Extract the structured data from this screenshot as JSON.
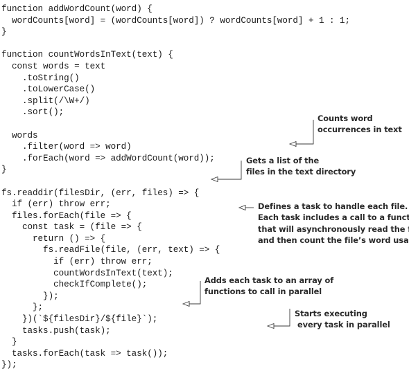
{
  "code_lines": [
    "function addWordCount(word) {",
    "  wordCounts[word] = (wordCounts[word]) ? wordCounts[word] + 1 : 1;",
    "}",
    "",
    "function countWordsInText(text) {",
    "  const words = text",
    "    .toString()",
    "    .toLowerCase()",
    "    .split(/\\W+/)",
    "    .sort();",
    "",
    "  words",
    "    .filter(word => word)",
    "    .forEach(word => addWordCount(word));",
    "}",
    "",
    "fs.readdir(filesDir, (err, files) => {",
    "  if (err) throw err;",
    "  files.forEach(file => {",
    "    const task = (file => {",
    "      return () => {",
    "        fs.readFile(file, (err, text) => {",
    "          if (err) throw err;",
    "          countWordsInText(text);",
    "          checkIfComplete();",
    "        });",
    "      };",
    "    })(`${filesDir}/${file}`);",
    "    tasks.push(task);",
    "  }",
    "  tasks.forEach(task => task());",
    "});"
  ],
  "annotations": [
    {
      "id": "counts-word",
      "lines": [
        "Counts word",
        "occurrences in text"
      ]
    },
    {
      "id": "gets-list",
      "lines": [
        "Gets a list of the",
        "files in the text directory"
      ]
    },
    {
      "id": "defines-task",
      "lines": [
        "Defines a task to handle each file.",
        "Each task includes a call to a function",
        "that will asynchronously read the file",
        "and then count the file’s word usage"
      ]
    },
    {
      "id": "adds-task",
      "lines": [
        "Adds each task to an array of",
        "functions to call in parallel"
      ]
    },
    {
      "id": "starts-executing",
      "lines": [
        "Starts executing",
        "every task in parallel"
      ]
    }
  ]
}
